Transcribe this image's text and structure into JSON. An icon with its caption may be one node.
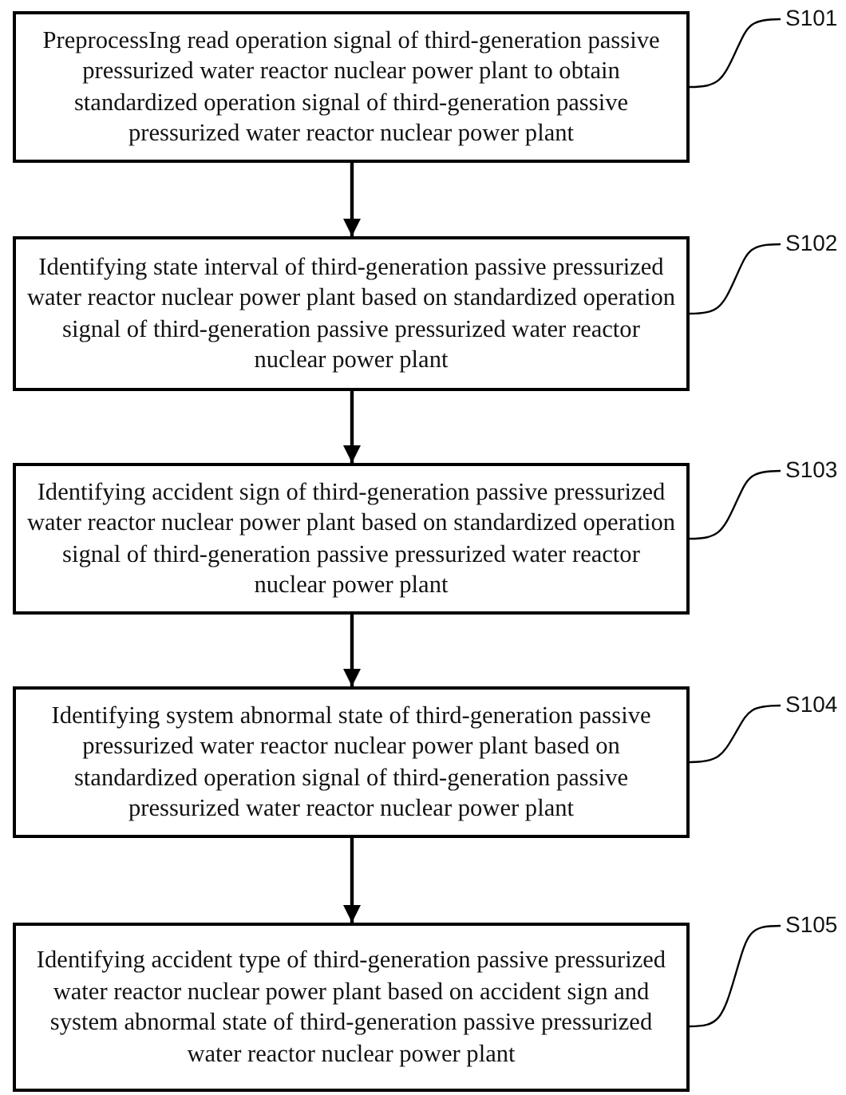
{
  "diagram": {
    "nodes": [
      {
        "text": [
          "PreprocessIng read operation signal of third-generation passive pressurized water reactor nuclear power plant to obtain standardized operation signal of third-generation passive pressurized water reactor nuclear power plant"
        ]
      },
      {
        "text": [
          "Identifying state interval of third-generation passive pressurized water reactor nuclear power plant based on standardized operation signal of third-generation passive pressurized water reactor nuclear power plant"
        ]
      },
      {
        "text": [
          "Identifying accident sign of third-generation passive pressurized water reactor nuclear power plant based on standardized operation signal of third-generation passive pressurized water reactor nuclear power plant"
        ]
      },
      {
        "text": [
          "Identifying system abnormal state of third-generation passive pressurized water reactor nuclear power plant based on standardized operation signal of third-generation passive pressurized water reactor nuclear power plant"
        ]
      },
      {
        "text": [
          "Identifying accident type of third-generation passive pressurized water reactor nuclear power plant based on accident sign and system abnormal state of third-generation passive pressurized water reactor nuclear power plant"
        ]
      },
      {
        "text": [
          "S101"
        ]
      },
      {
        "text": [
          "S102"
        ]
      },
      {
        "text": [
          "S103"
        ]
      },
      {
        "text": [
          "S104"
        ]
      },
      {
        "text": [
          "S105"
        ]
      }
    ],
    "edges": [
      {
        "from": 0,
        "to": 1,
        "arrow": "to"
      },
      {
        "from": 1,
        "to": 2,
        "arrow": "to"
      },
      {
        "from": 2,
        "to": 3,
        "arrow": "to"
      },
      {
        "from": 3,
        "to": 4,
        "arrow": "to"
      },
      {
        "from": 5,
        "to": 0,
        "arrow": "none"
      },
      {
        "from": 6,
        "to": 1,
        "arrow": "none"
      },
      {
        "from": 7,
        "to": 2,
        "arrow": "none"
      },
      {
        "from": 8,
        "to": 3,
        "arrow": "none"
      },
      {
        "from": 9,
        "to": 4,
        "arrow": "none"
      }
    ]
  }
}
